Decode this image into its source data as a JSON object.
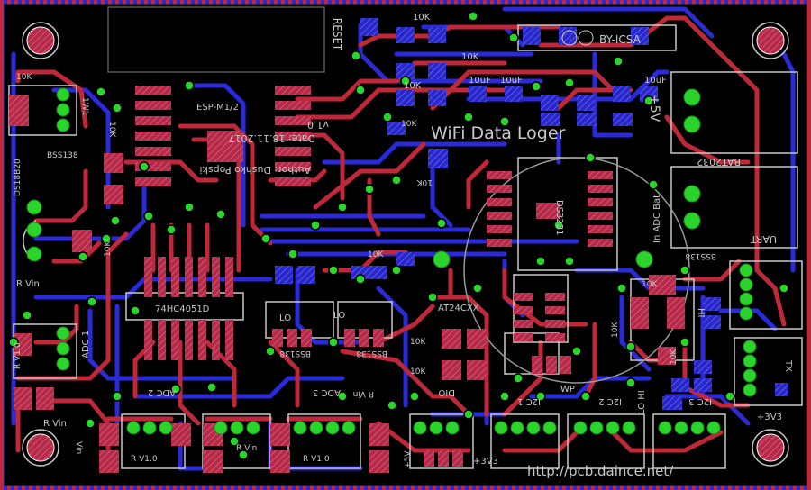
{
  "board": {
    "title": "WiFi Data Loger",
    "url": "http://pcb.daince.net/",
    "background": "#000000",
    "colors": {
      "top_copper": "#c0283a",
      "bottom_copper": "#2a2ad8",
      "silkscreen": "#c8c8c8",
      "via": "#2bd42b",
      "pad": "#c03050"
    }
  },
  "texts": {
    "reset": "RESET",
    "k10_top1": "10K",
    "k10_top2": "10K",
    "k10_top3": "10K",
    "by_icsa": "BY-ICSA",
    "uf_row1": "10uF",
    "uf_row2": "10uF",
    "uf_right": "10uF",
    "esp": "ESP-M1/2",
    "info1": "v1.0",
    "info2": "Date: 18.11.2017",
    "info3": "Author: Dushko Popski",
    "k10_left": "10K",
    "w1_left": "1W1",
    "bss138_left": "BSS138",
    "ds18b20": "DS18B20",
    "k10_side": "10K",
    "k10_mid": "10K",
    "rvin_left": "R Vin",
    "r_v1_0": "R V1.0",
    "adc1": "ADC 1",
    "rvin_left2": "R Vin",
    "vin_label": "Vin",
    "chip_mux": "74HC4051D",
    "lo_label1": "LO",
    "lo_label2": "LO",
    "bss138_mid": "BSS138",
    "bss138_mid2": "BSS138",
    "k10_mux": "10K",
    "k10_at": "10K",
    "k10_at2": "10K",
    "at24": "AT24CXX",
    "dio": "DIO",
    "adc2": "ADC 2",
    "adc3": "ADC 3",
    "rvin_bottom": "R Vin",
    "rv10_b1": "R V1.0",
    "rv10_b2": "R V1.0",
    "rvin_b3": "R Vin",
    "v5": "+5V",
    "v33a": "+3V3",
    "v33b": "+3V3",
    "i2c1": "I2C 1",
    "i2c2": "I2C 2",
    "i2c3": "I2C 3",
    "wp": "WP",
    "lo_hi": "LO HI",
    "k10_r1": "10K",
    "k10_r2": "10K",
    "k10_r3": "10K",
    "bss138_r": "BSS138",
    "ds3231": "DS3231",
    "bat": "BAT2032",
    "in_adc_bat": "In ADC Bat",
    "v5_right": "+5V",
    "uart": "UART",
    "tx": "TX",
    "hi_r": "HI",
    "k10_ds": "10K",
    "k10_top_right": "10K"
  }
}
